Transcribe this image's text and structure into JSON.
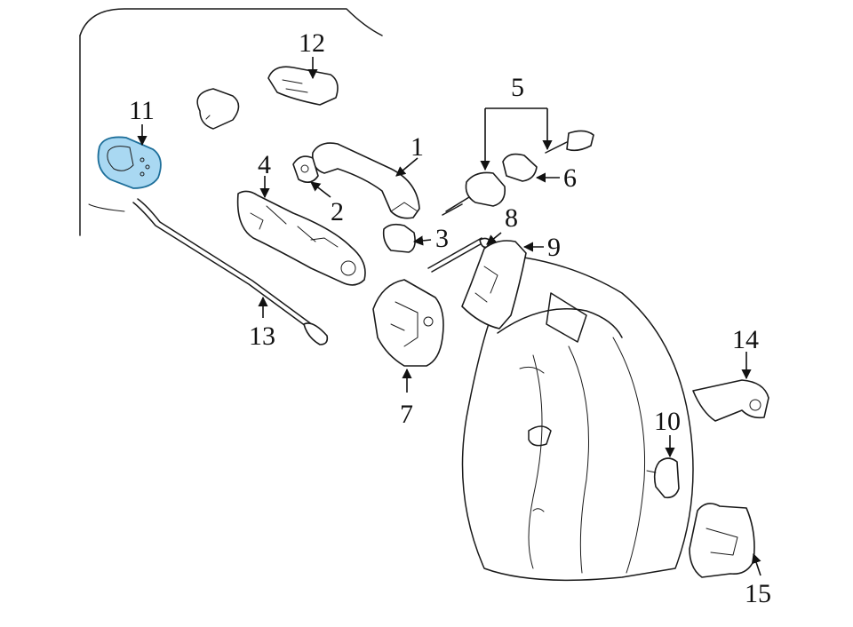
{
  "colors": {
    "highlight_fill": "#a9d8f2",
    "highlight_stroke": "#1e6f9a",
    "line": "#1a1a1a"
  },
  "callouts": [
    {
      "id": "1",
      "text": "1"
    },
    {
      "id": "2",
      "text": "2"
    },
    {
      "id": "3",
      "text": "3"
    },
    {
      "id": "4",
      "text": "4"
    },
    {
      "id": "5",
      "text": "5"
    },
    {
      "id": "6",
      "text": "6"
    },
    {
      "id": "7",
      "text": "7"
    },
    {
      "id": "8",
      "text": "8"
    },
    {
      "id": "9",
      "text": "9"
    },
    {
      "id": "10",
      "text": "10"
    },
    {
      "id": "11",
      "text": "11"
    },
    {
      "id": "12",
      "text": "12"
    },
    {
      "id": "13",
      "text": "13"
    },
    {
      "id": "14",
      "text": "14"
    },
    {
      "id": "15",
      "text": "15"
    }
  ],
  "highlighted_part": "11"
}
